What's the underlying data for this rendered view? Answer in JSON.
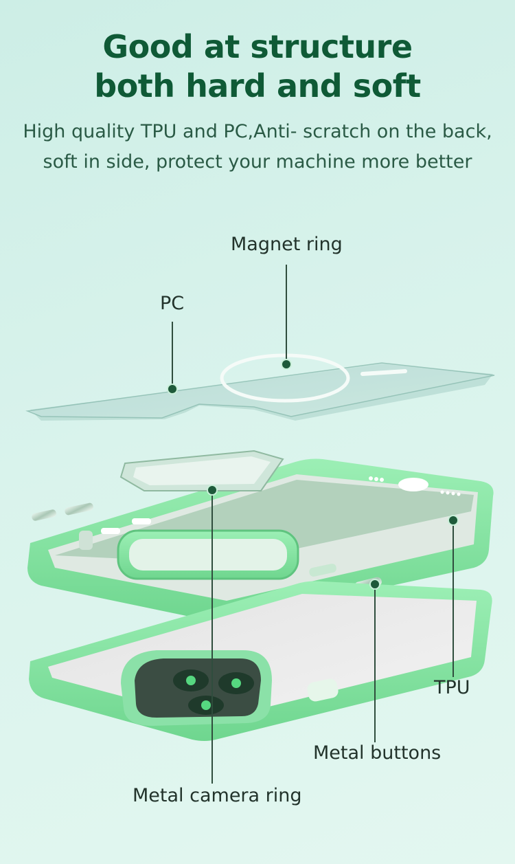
{
  "heading": {
    "line1": "Good at structure",
    "line2": "both hard and soft"
  },
  "subtitle": {
    "line1": "High quality TPU and PC,Anti- scratch on the back,",
    "line2": "soft in side,  protect your machine more better"
  },
  "callouts": {
    "magnet_ring": "Magnet ring",
    "pc": "PC",
    "tpu": "TPU",
    "metal_buttons": "Metal buttons",
    "metal_camera_ring": "Metal camera ring"
  },
  "colors": {
    "heading": "#0f5a36",
    "case_green": "#7fe39e",
    "leader_dot": "#1e5a3a"
  }
}
